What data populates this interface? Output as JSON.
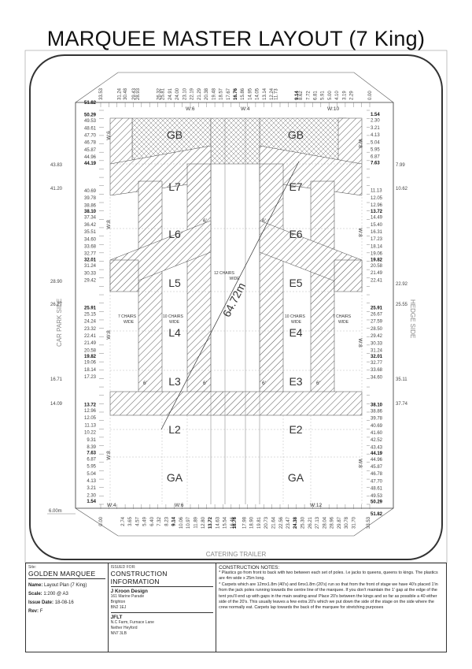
{
  "title": "MARQUEE MASTER LAYOUT (7 King)",
  "sides": {
    "left": "CAR PARK SIDE",
    "right": "HEDGE SIDE",
    "bottom": "CATERING TRAILER"
  },
  "widths": {
    "top_left": "W:6",
    "top_mid": "W:4",
    "top_right": "W:10",
    "bottom_a": "W:4",
    "bottom_b": "W:6",
    "bottom_c": "W:12"
  },
  "side_widths": [
    "W:6",
    "W:8",
    "W:8",
    "W:8",
    "W:8",
    "W:8",
    "W:8"
  ],
  "rooms": [
    "GB",
    "GB",
    "L7",
    "E7",
    "L6",
    "E6",
    "L5",
    "E5",
    "L4",
    "E4",
    "L3",
    "E3",
    "L2",
    "E2",
    "GA",
    "GA"
  ],
  "center_label_1": "12 CHAIRS",
  "center_label_2": "WIDE",
  "chairs_7": "7 CHAIRS",
  "chairs_10": "10 CHAIRS",
  "chairs_wide": "WIDE",
  "diagonal": "64.72m",
  "gap_marks": [
    "6'",
    "6'",
    "6'",
    "6'",
    "6'",
    "6'"
  ],
  "dim_6m": "6.00m",
  "left_dims": [
    "51.82",
    "50.29",
    "49.53",
    "48.61",
    "47.70",
    "46.78",
    "45.87",
    "44.96",
    "44.19",
    "40.69",
    "39.78",
    "38.86",
    "38.10",
    "37.34",
    "36.42",
    "35.51",
    "34.60",
    "33.68",
    "32.77",
    "32.01",
    "31.24",
    "30.33",
    "29.42",
    "25.91",
    "25.15",
    "24.24",
    "23.32",
    "22.41",
    "21.49",
    "20.58",
    "19.82",
    "19.06",
    "18.14",
    "17.23",
    "13.72",
    "12.96",
    "12.05",
    "11.13",
    "10.22",
    "9.31",
    "8.39",
    "7.63",
    "6.87",
    "5.95",
    "5.04",
    "4.13",
    "3.21",
    "2.30",
    "1.54"
  ],
  "left_outer": [
    "43.83",
    "41.20",
    "28.90",
    "26.27",
    "16.71",
    "14.09"
  ],
  "right_dims": [
    "1.54",
    "2.30",
    "3.21",
    "4.13",
    "5.04",
    "5.95",
    "6.87",
    "7.63",
    "11.13",
    "12.05",
    "12.96",
    "13.72",
    "14.49",
    "15.40",
    "16.31",
    "17.23",
    "18.14",
    "19.06",
    "19.82",
    "20.58",
    "21.49",
    "22.41",
    "25.91",
    "26.67",
    "27.59",
    "28.50",
    "29.42",
    "30.33",
    "31.24",
    "32.01",
    "32.77",
    "33.68",
    "34.60",
    "38.10",
    "38.86",
    "39.78",
    "40.69",
    "41.60",
    "42.52",
    "43.43",
    "44.19",
    "44.96",
    "45.87",
    "46.78",
    "47.70",
    "48.61",
    "49.53",
    "50.29",
    "51.82"
  ],
  "right_outer": [
    "7.99",
    "10.62",
    "22.92",
    "25.55",
    "35.11",
    "37.74"
  ],
  "top_dims": [
    "33.53",
    "31.24",
    "30.48",
    "29.43",
    "28.93",
    "26.32",
    "25.81",
    "24.91",
    "24.00",
    "23.10",
    "22.19",
    "21.29",
    "20.38",
    "19.48",
    "18.57",
    "17.67",
    "16.76",
    "15.86",
    "14.95",
    "14.05",
    "13.14",
    "12.24",
    "11.73",
    "9.14",
    "8.62",
    "7.72",
    "6.81",
    "5.91",
    "5.00",
    "4.10",
    "3.19",
    "2.29",
    "0.00"
  ],
  "bottom_dims": [
    "0.00",
    "2.74",
    "3.65",
    "4.57",
    "5.49",
    "6.40",
    "7.32",
    "8.23",
    "9.14",
    "10.06",
    "10.97",
    "11.89",
    "12.80",
    "13.72",
    "14.63",
    "15.54",
    "16.46",
    "16.76",
    "17.98",
    "18.90",
    "19.81",
    "20.73",
    "21.64",
    "22.56",
    "23.47",
    "24.38",
    "25.30",
    "26.21",
    "27.13",
    "28.04",
    "28.96",
    "29.87",
    "30.78",
    "31.70",
    "33.53"
  ],
  "titleblock": {
    "site_small": "Site:",
    "site": "GOLDEN MARQUEE",
    "name_label": "Name:",
    "name_value": "Layout Plan (7 King)",
    "scale_label": "Scale:",
    "scale_value": "1:200 @ A3",
    "issue_label": "Issue Date:",
    "issue_value": "18-08-16",
    "rev_label": "Rev:",
    "rev_value": "F",
    "issued_small": "ISSUED FOR:",
    "issued": "CONSTRUCTION INFORMATION",
    "designer": "J Kroon Design",
    "designer_addr": [
      "161 Marine Parade",
      "Brighton",
      "BN2 1EJ"
    ],
    "client": "JFLT",
    "client_addr": [
      "N.C Farm, Furnace Lane",
      "Nether Heyford",
      "NN7 3LB"
    ],
    "notes_title": "CONSTRUCTION NOTES:",
    "notes": [
      "* Plastics go from front to back with two between each set of poles. I.e jacks to queens, queens to kings. The plastics are 4m wide x 25m long.",
      "* Carpets which are 12mx1.8m (40's) and 6mx1.8m (20's) run so that from the front of stage we have 40's placed 1'in from the jack poles running towards the centre line of the marquee. If you don't maintain the 1' gap at the edge of the tent you'll end up with gaps in the main seating area! Place 20's between the kings and so far as possible a 40 either side of the 20's. This usually leaves a few extra 20's which we put down the side of the stage on the side where the crew normally eat. Carpets lap towards the back of the marquee for stretching purposes"
    ]
  },
  "colors": {
    "ink": "#333333",
    "hatch": "#555555",
    "faint": "#9a9a9a"
  }
}
